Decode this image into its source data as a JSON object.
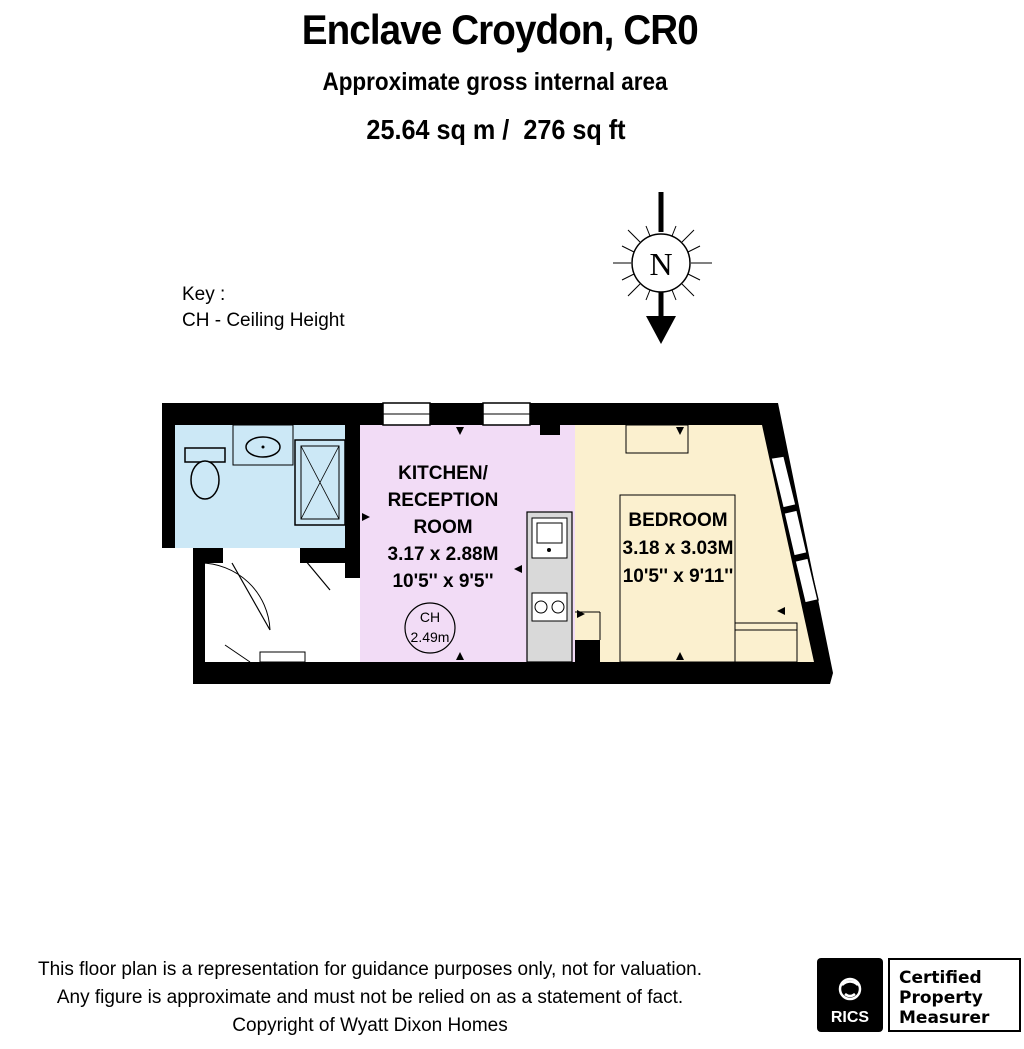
{
  "header": {
    "title": "Enclave Croydon, CR0",
    "subtitle": "Approximate gross internal area",
    "area": "25.64 sq m /  276 sq ft"
  },
  "compass": {
    "letter": "N"
  },
  "key": {
    "heading": "Key :",
    "entry": "CH - Ceiling Height"
  },
  "rooms": {
    "kitchen": {
      "line1": "KITCHEN/",
      "line2": "RECEPTION",
      "line3": "ROOM",
      "metric": "3.17 x 2.88M",
      "imperial": "10'5'' x 9'5''"
    },
    "bedroom": {
      "line1": "BEDROOM",
      "metric": "3.18 x 3.03M",
      "imperial": "10'5'' x 9'11''"
    },
    "ceiling": {
      "label": "CH",
      "value": "2.49m"
    }
  },
  "colors": {
    "wall": "#000000",
    "bathroom": "#cce8f6",
    "kitchen": "#f2dcf6",
    "bedroom": "#fbf0cf",
    "appliance": "#d9d9d9"
  },
  "footer": {
    "line1": "This floor plan is a representation for guidance purposes only, not for valuation.",
    "line2": "Any figure is approximate and must not be relied on as a statement of fact.",
    "line3": "Copyright of Wyatt Dixon Homes"
  },
  "badge": {
    "brand": "RICS",
    "line1": "Certified",
    "line2": "Property",
    "line3": "Measurer"
  }
}
